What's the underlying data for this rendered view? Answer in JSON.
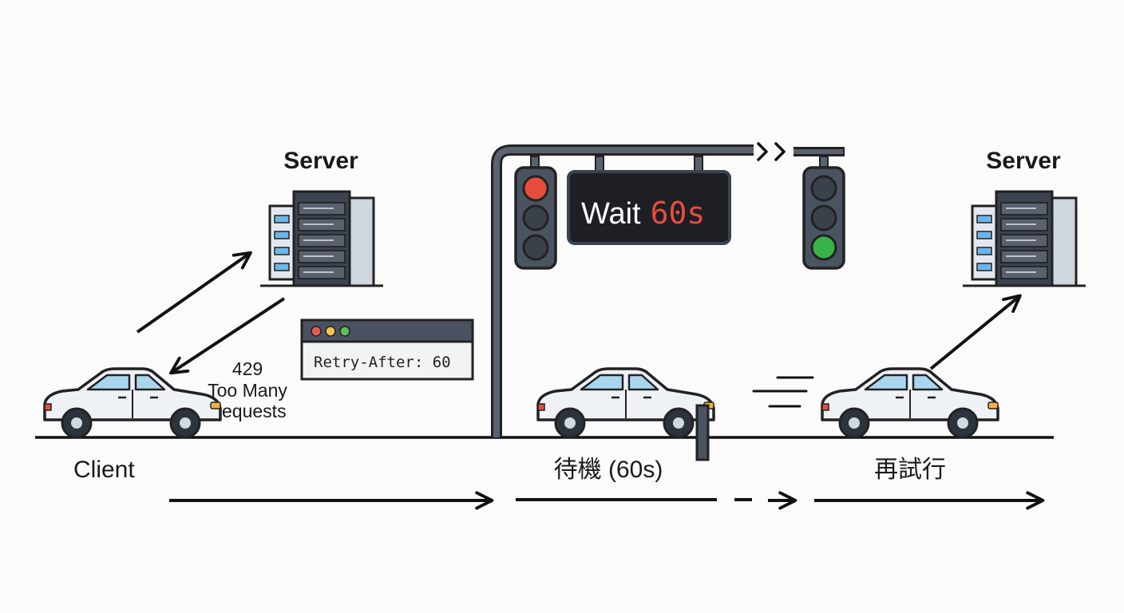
{
  "labels": {
    "server_left": "Server",
    "server_right": "Server",
    "client": "Client",
    "status_code": "429",
    "status_text_line1": "Too Many",
    "status_text_line2": "Requests",
    "wait_phase": "待機 (60s)",
    "retry_phase": "再試行"
  },
  "terminal": {
    "header_text": "Retry-After: 60"
  },
  "sign": {
    "word": "Wait",
    "countdown": "60s"
  },
  "colors": {
    "ink": "#222222",
    "server_body": "#d7dde4",
    "server_panel": "#3b4350",
    "window_blue": "#6fb6e8",
    "car_body": "#eef1f5",
    "car_glass": "#a9d6ef",
    "signal_red": "#e84c3d",
    "signal_green": "#38b34a",
    "signal_off": "#4a5360",
    "pole": "#5a6270",
    "sign_bg": "#1d1f24",
    "sign_text_white": "#ffffff",
    "sign_text_red": "#e84c3d",
    "terminal_titlebar": "#4a5160",
    "terminal_body": "#f2f3f5",
    "dot_red": "#e65b4f",
    "dot_yellow": "#f2c14e",
    "dot_green": "#5cbf5c"
  },
  "icons": [
    "server-icon",
    "car-icon",
    "traffic-light-icon",
    "terminal-window-icon",
    "speed-lines-icon",
    "arrow-icon"
  ]
}
